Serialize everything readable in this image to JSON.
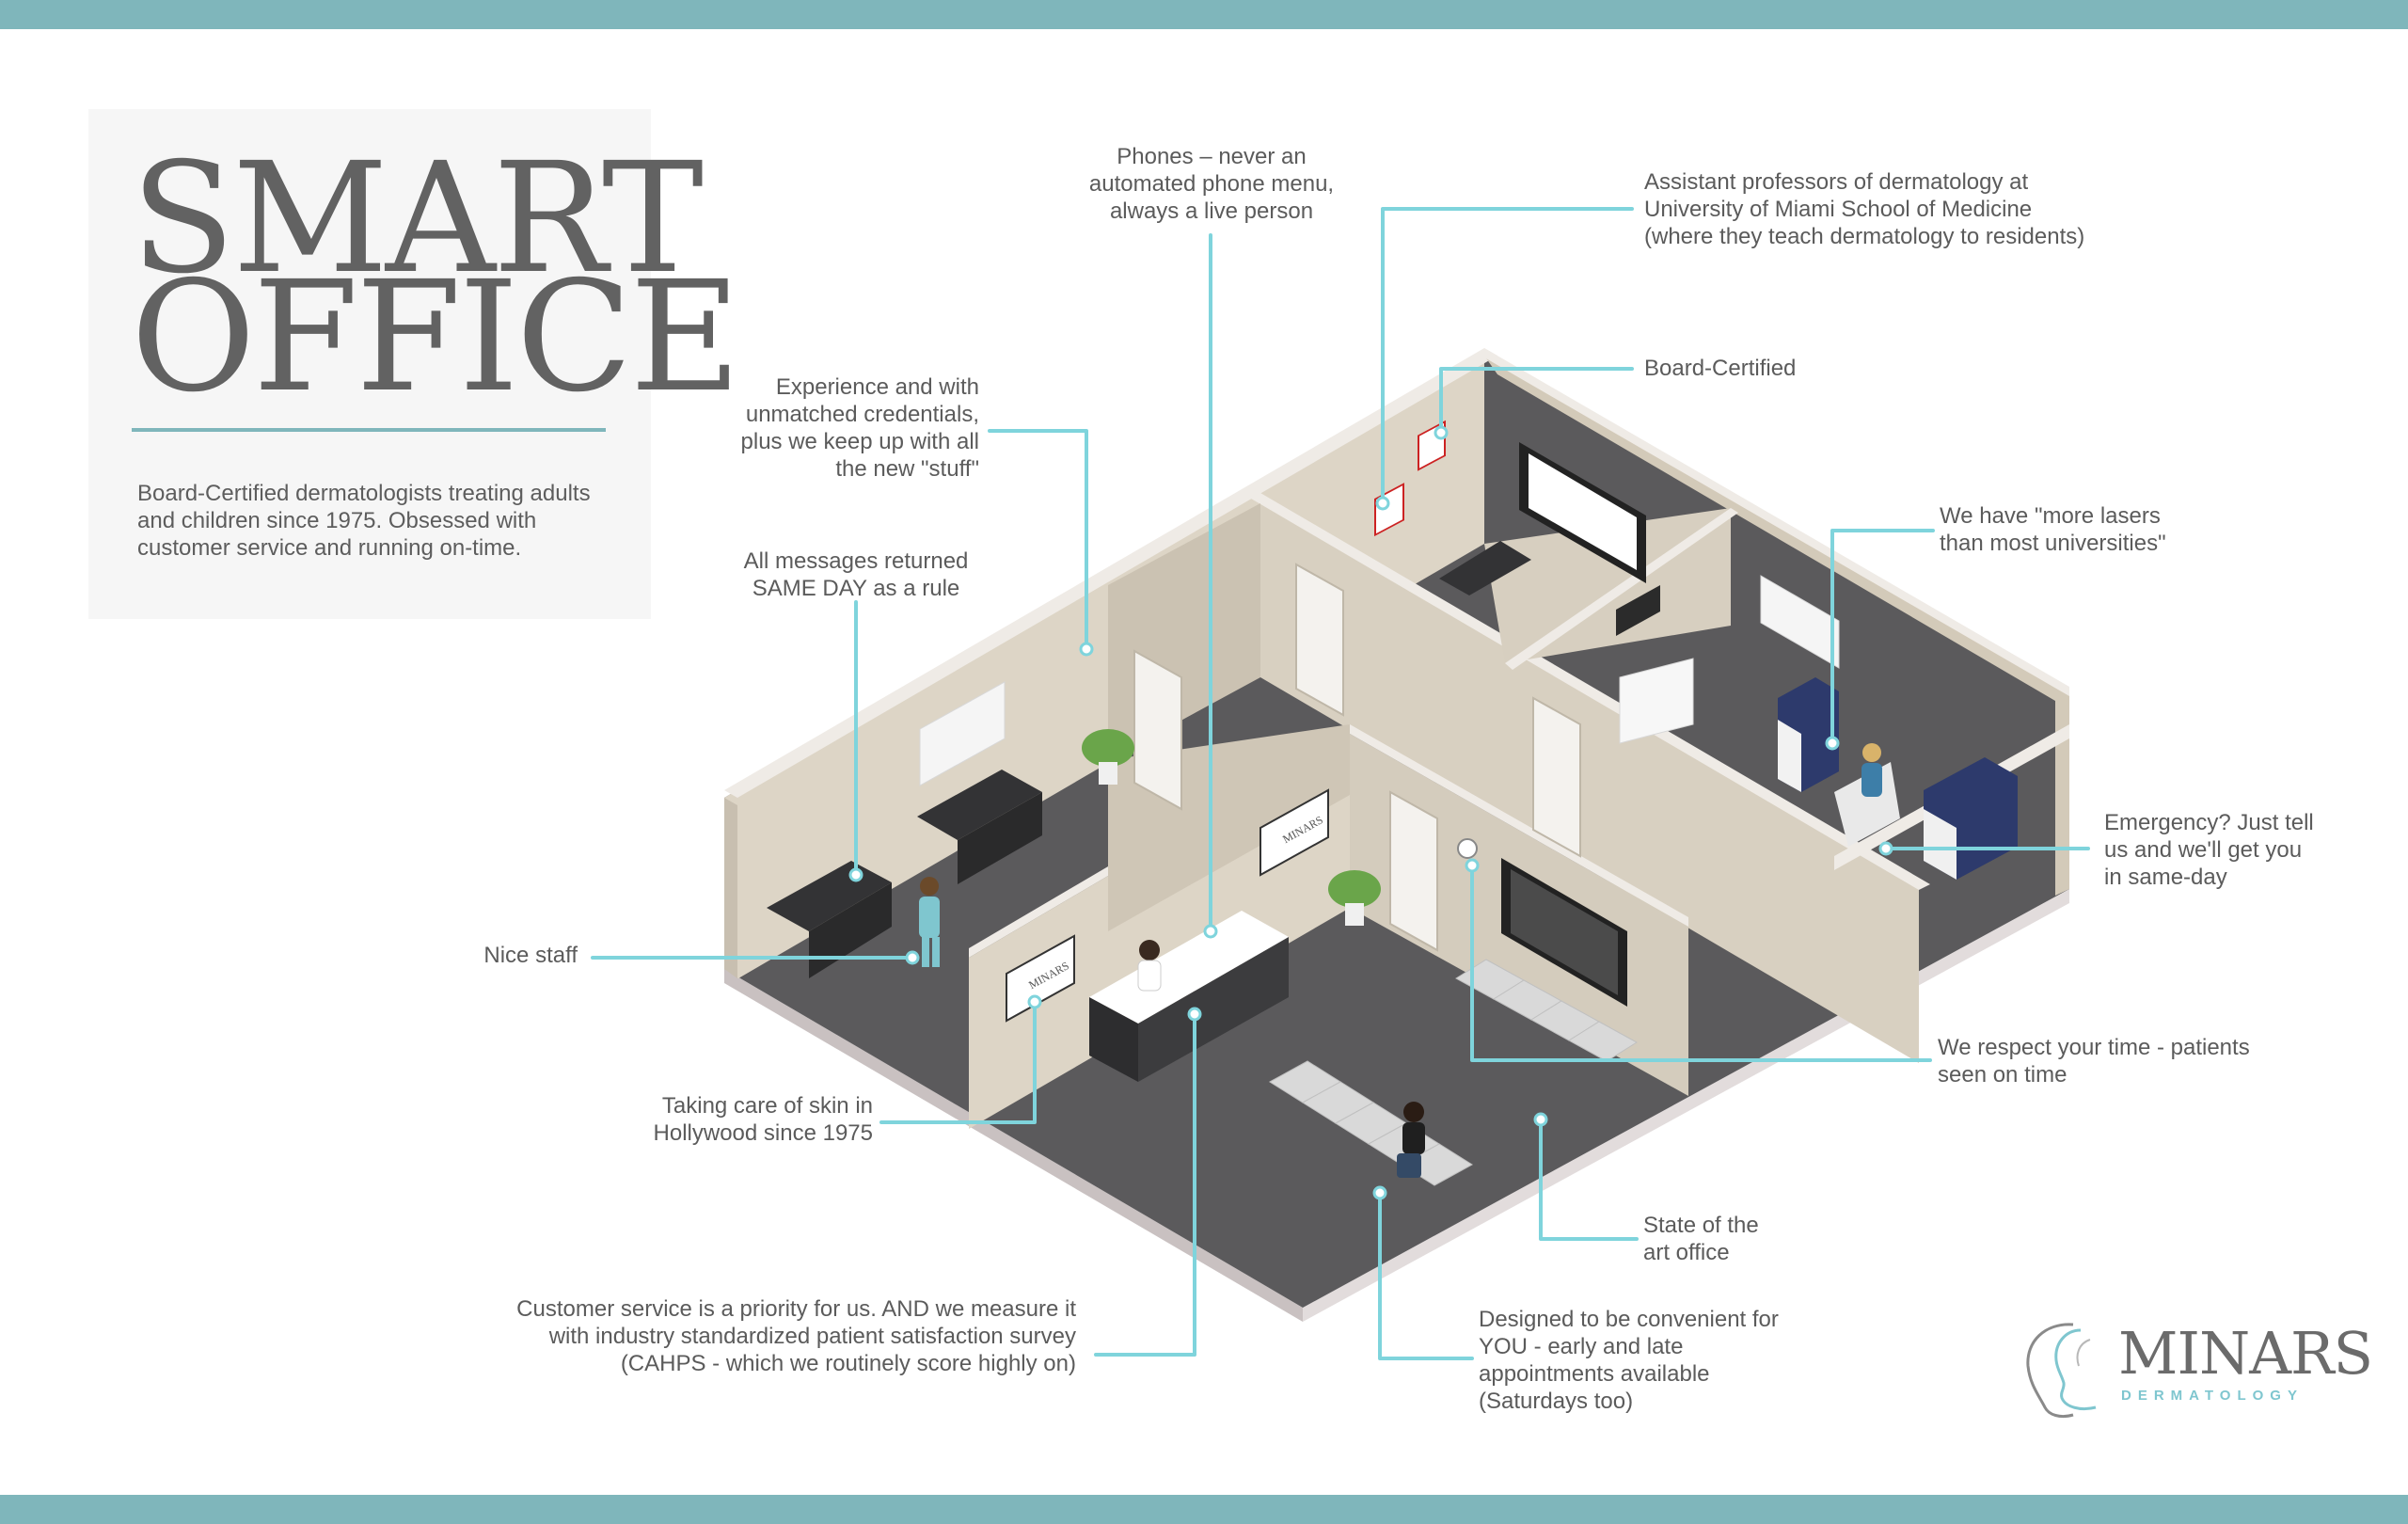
{
  "title": {
    "line1": "SMART",
    "line2": "OFFICE"
  },
  "description": "Board-Certified dermatologists treating adults and children since 1975. Obsessed with customer service and running on-time.",
  "callouts": {
    "phones": [
      "Phones – never an",
      "automated phone menu,",
      "always a live person"
    ],
    "professors": [
      "Assistant professors of dermatology at",
      "University of Miami School of Medicine",
      "(where they teach dermatology to residents)"
    ],
    "board_certified": [
      "Board-Certified"
    ],
    "experience": [
      "Experience and with",
      "unmatched credentials,",
      "plus we keep up with all",
      "the new \"stuff\""
    ],
    "messages": [
      "All messages returned",
      "SAME DAY as a rule"
    ],
    "lasers": [
      "We have \"more lasers",
      "than most universities\""
    ],
    "emergency": [
      "Emergency? Just tell",
      "us and we'll get you",
      "in same-day"
    ],
    "nice_staff": [
      "Nice staff"
    ],
    "hollywood": [
      "Taking care of skin in",
      "Hollywood since 1975"
    ],
    "respect_time": [
      "We respect your time - patients",
      "seen on time"
    ],
    "state_of_art": [
      "State of the",
      "art office"
    ],
    "customer_service": [
      "Customer service is a priority for us. AND we measure it",
      "with industry standardized patient satisfaction survey",
      "(CAHPS - which we routinely score highly on)"
    ],
    "convenient": [
      "Designed to be convenient for",
      "YOU - early and late",
      "appointments available",
      "(Saturdays too)"
    ]
  },
  "sign_text": "MINARS",
  "logo": {
    "name": "MINARS",
    "sub": "DERMATOLOGY"
  },
  "colors": {
    "accent": "#7fd4dc",
    "band": "#7fb6bb",
    "floor": "#5b5a5c",
    "wall": "#ddd5c6",
    "wall_top": "#efebe6",
    "title": "#626262"
  }
}
